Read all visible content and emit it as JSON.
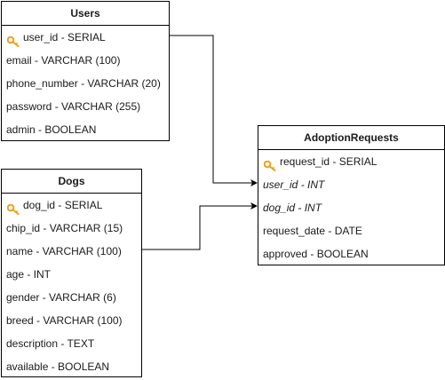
{
  "entities": {
    "users": {
      "title": "Users",
      "fields": [
        {
          "label": "user_id - SERIAL",
          "pk": true,
          "italic": false
        },
        {
          "label": "email - VARCHAR (100)",
          "pk": false,
          "italic": false
        },
        {
          "label": "phone_number - VARCHAR (20)",
          "pk": false,
          "italic": false
        },
        {
          "label": "password - VARCHAR (255)",
          "pk": false,
          "italic": false
        },
        {
          "label": "admin - BOOLEAN",
          "pk": false,
          "italic": false
        }
      ]
    },
    "dogs": {
      "title": "Dogs",
      "fields": [
        {
          "label": "dog_id - SERIAL",
          "pk": true,
          "italic": false
        },
        {
          "label": "chip_id - VARCHAR (15)",
          "pk": false,
          "italic": false
        },
        {
          "label": "name - VARCHAR (100)",
          "pk": false,
          "italic": false
        },
        {
          "label": "age -  INT",
          "pk": false,
          "italic": false
        },
        {
          "label": "gender - VARCHAR (6)",
          "pk": false,
          "italic": false
        },
        {
          "label": "breed - VARCHAR (100)",
          "pk": false,
          "italic": false
        },
        {
          "label": "description - TEXT",
          "pk": false,
          "italic": false
        },
        {
          "label": "available - BOOLEAN",
          "pk": false,
          "italic": false
        }
      ]
    },
    "adoption_requests": {
      "title": "AdoptionRequests",
      "fields": [
        {
          "label": "request_id - SERIAL",
          "pk": true,
          "italic": false
        },
        {
          "label": "user_id - INT",
          "pk": false,
          "italic": true
        },
        {
          "label": "dog_id - INT",
          "pk": false,
          "italic": true
        },
        {
          "label": "request_date - DATE",
          "pk": false,
          "italic": false
        },
        {
          "label": "approved - BOOLEAN",
          "pk": false,
          "italic": false
        }
      ]
    }
  },
  "relationships": [
    {
      "from": "users.user_id",
      "to": "adoption_requests.user_id"
    },
    {
      "from": "dogs.name",
      "to": "adoption_requests.dog_id"
    }
  ],
  "colors": {
    "border": "#000000",
    "key_icon": "#e8a317"
  }
}
